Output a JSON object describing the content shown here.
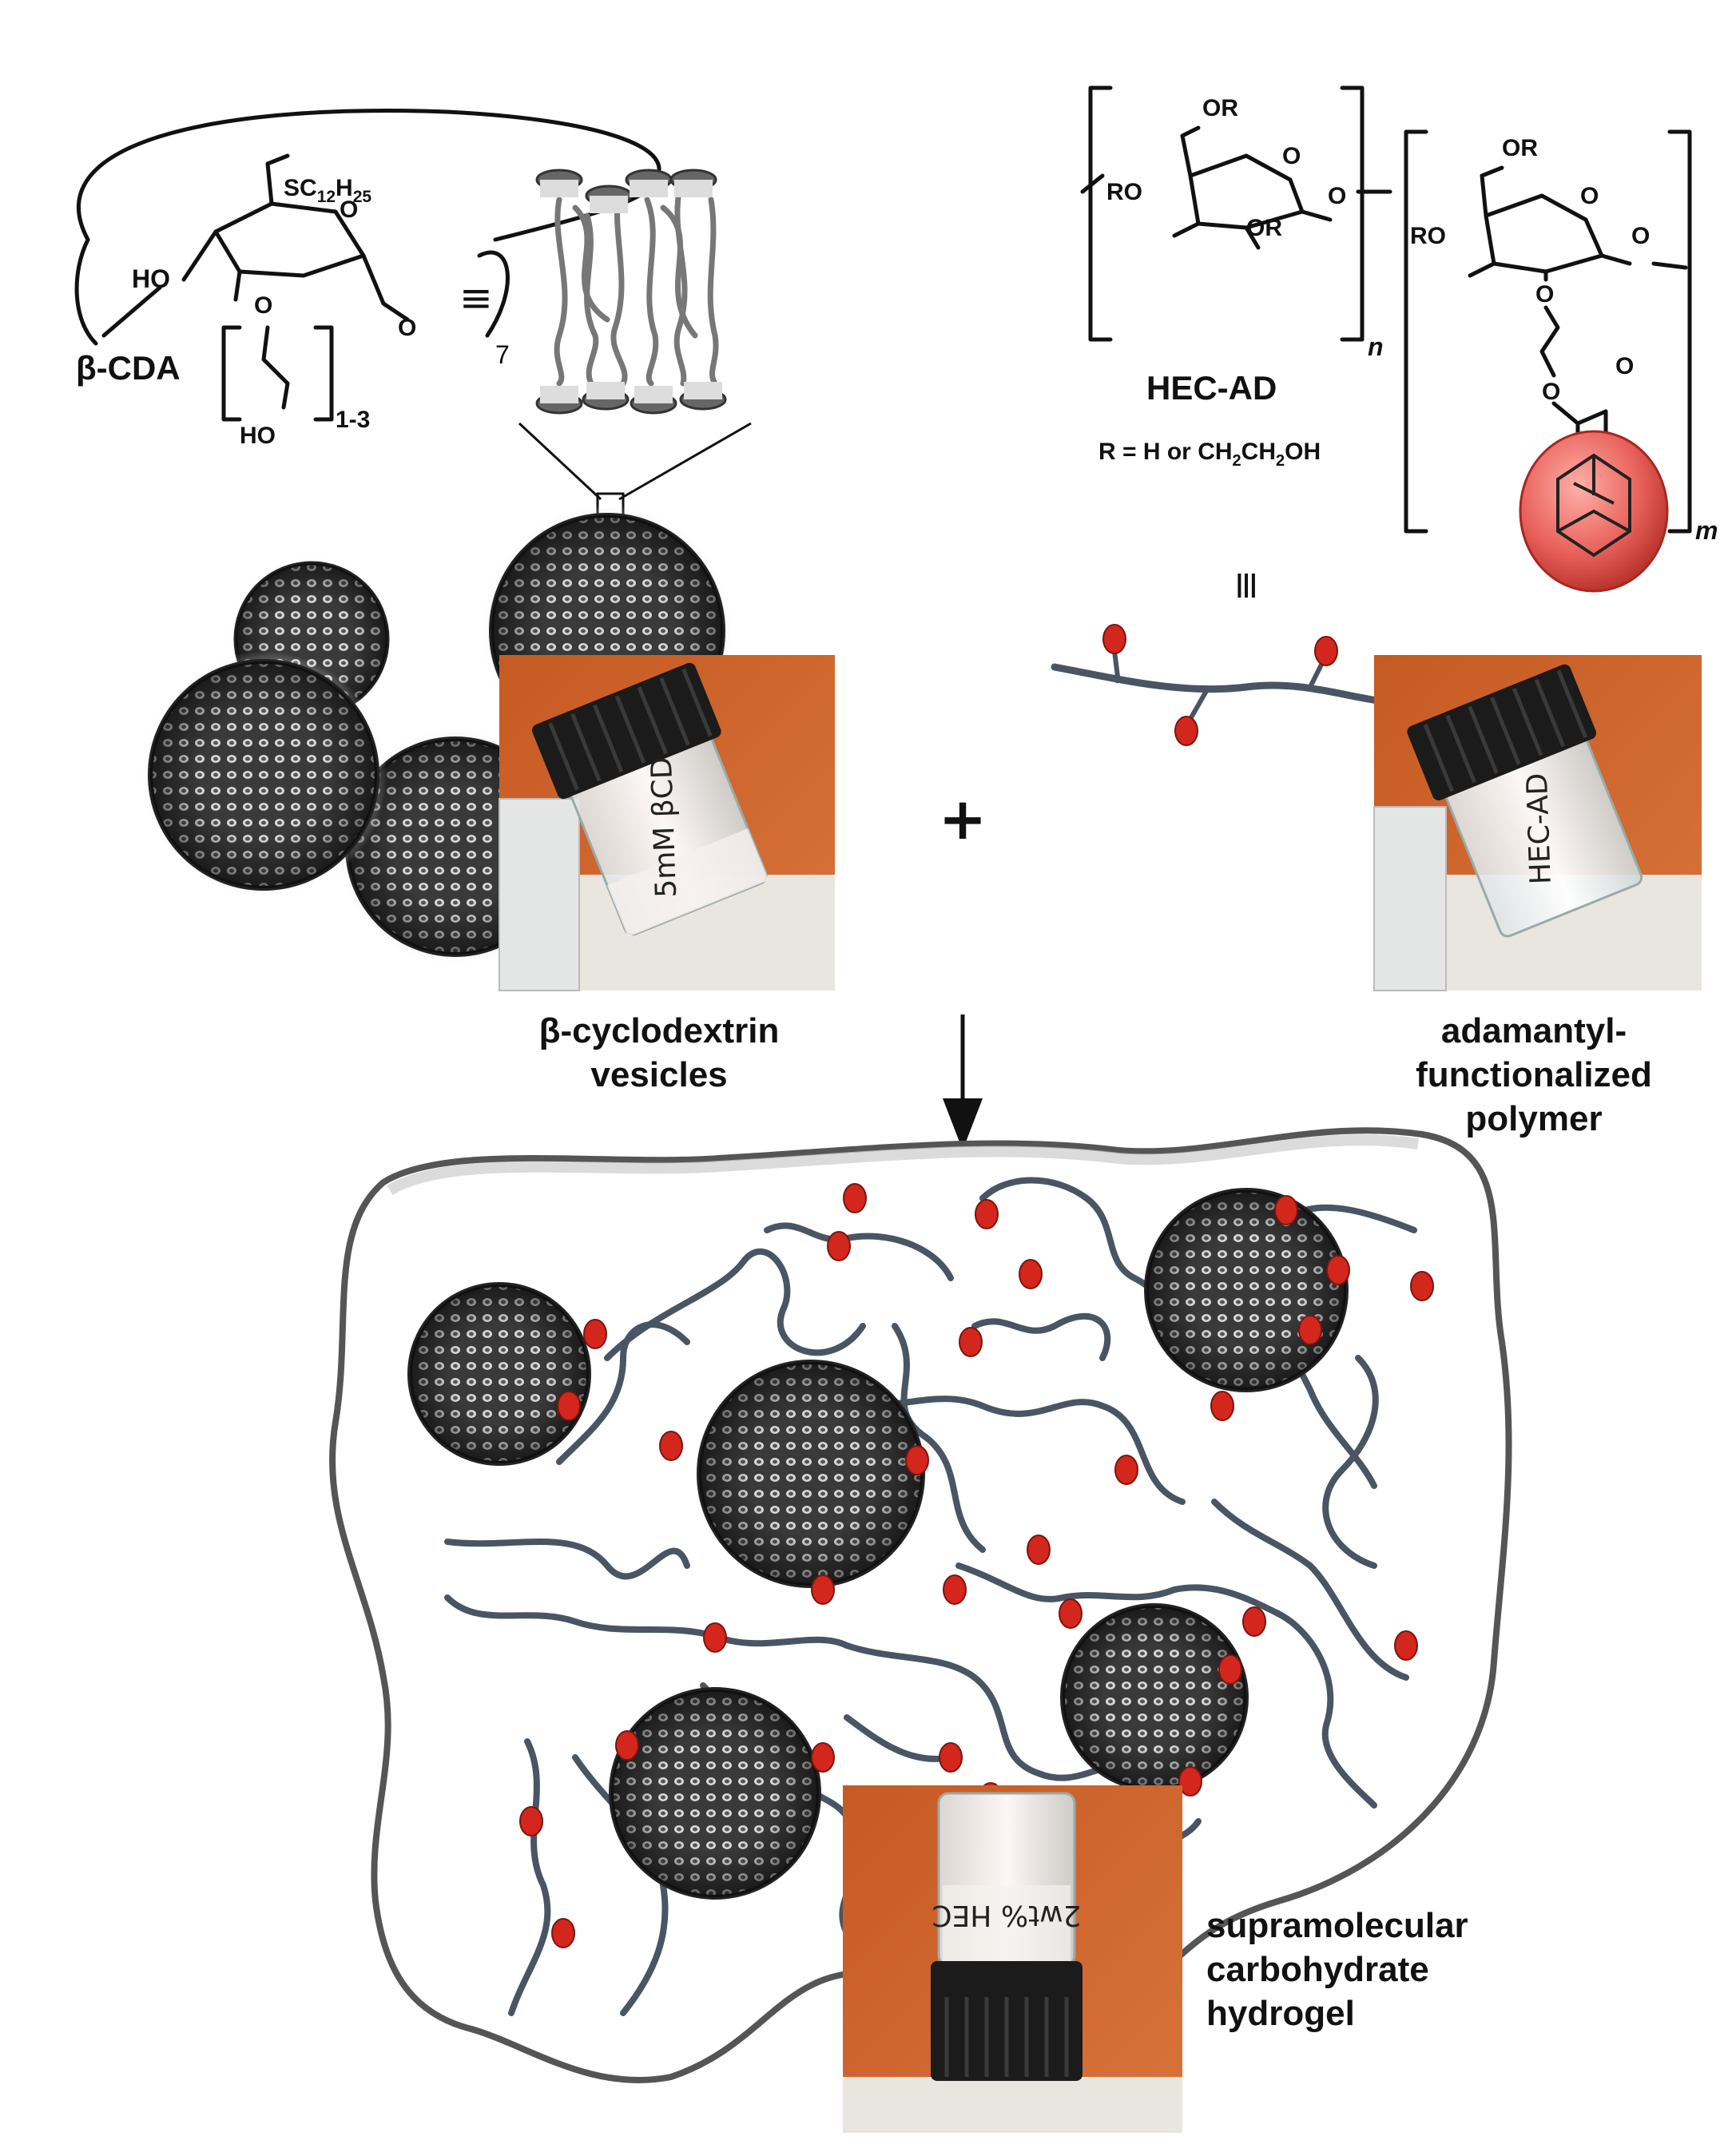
{
  "beta_cda": {
    "name": "β-CDA",
    "thioether": "SC",
    "thioether_sub1": "12",
    "thioether_mid": "H",
    "thioether_sub2": "25",
    "ring_o": "O",
    "ho": "HO",
    "o_link": "O",
    "terminal_ho": "HO",
    "repeat_count": "1-3",
    "ring_count": "7",
    "equivalent_symbol": "≡"
  },
  "hec_ad": {
    "name": "HEC-AD",
    "or_top_1": "OR",
    "ring_o_1": "O",
    "ro_1": "RO",
    "or_bottom_1": "OR",
    "bridge_o": "O",
    "or_top_2": "OR",
    "ring_o_2": "O",
    "ro_2": "RO",
    "end_o": "O",
    "chain_o1": "O",
    "ester_o": "O",
    "carbonyl_o": "O",
    "sub_n": "n",
    "sub_m": "m",
    "r_definition_prefix": "R = H or CH",
    "r_sub_a": "2",
    "r_mid": "CH",
    "r_sub_b": "2",
    "r_suffix": "OH",
    "equivalent_symbol": "≡"
  },
  "operators": {
    "plus": "+",
    "arrow": "↓"
  },
  "captions": {
    "vesicles_line1": "β-cyclodextrin",
    "vesicles_line2": "vesicles",
    "polymer_line1": "adamantyl-",
    "polymer_line2": "functionalized",
    "polymer_line3": "polymer",
    "hydrogel_line1": "supramolecular",
    "hydrogel_line2": "carbohydrate",
    "hydrogel_line3": "hydrogel"
  },
  "vial_labels": {
    "vesicle_vial": "5mM βCD",
    "polymer_vial": "HEC-AD",
    "hydrogel_vial": "2wt% HEC"
  },
  "colors": {
    "background_photo": "#c9602a",
    "vesicle_dark": "#3a3a3a",
    "adamantyl_red": "#d3261d",
    "polymer_chain": "#4a5563",
    "adamantane_sphere": "#e8605a"
  }
}
